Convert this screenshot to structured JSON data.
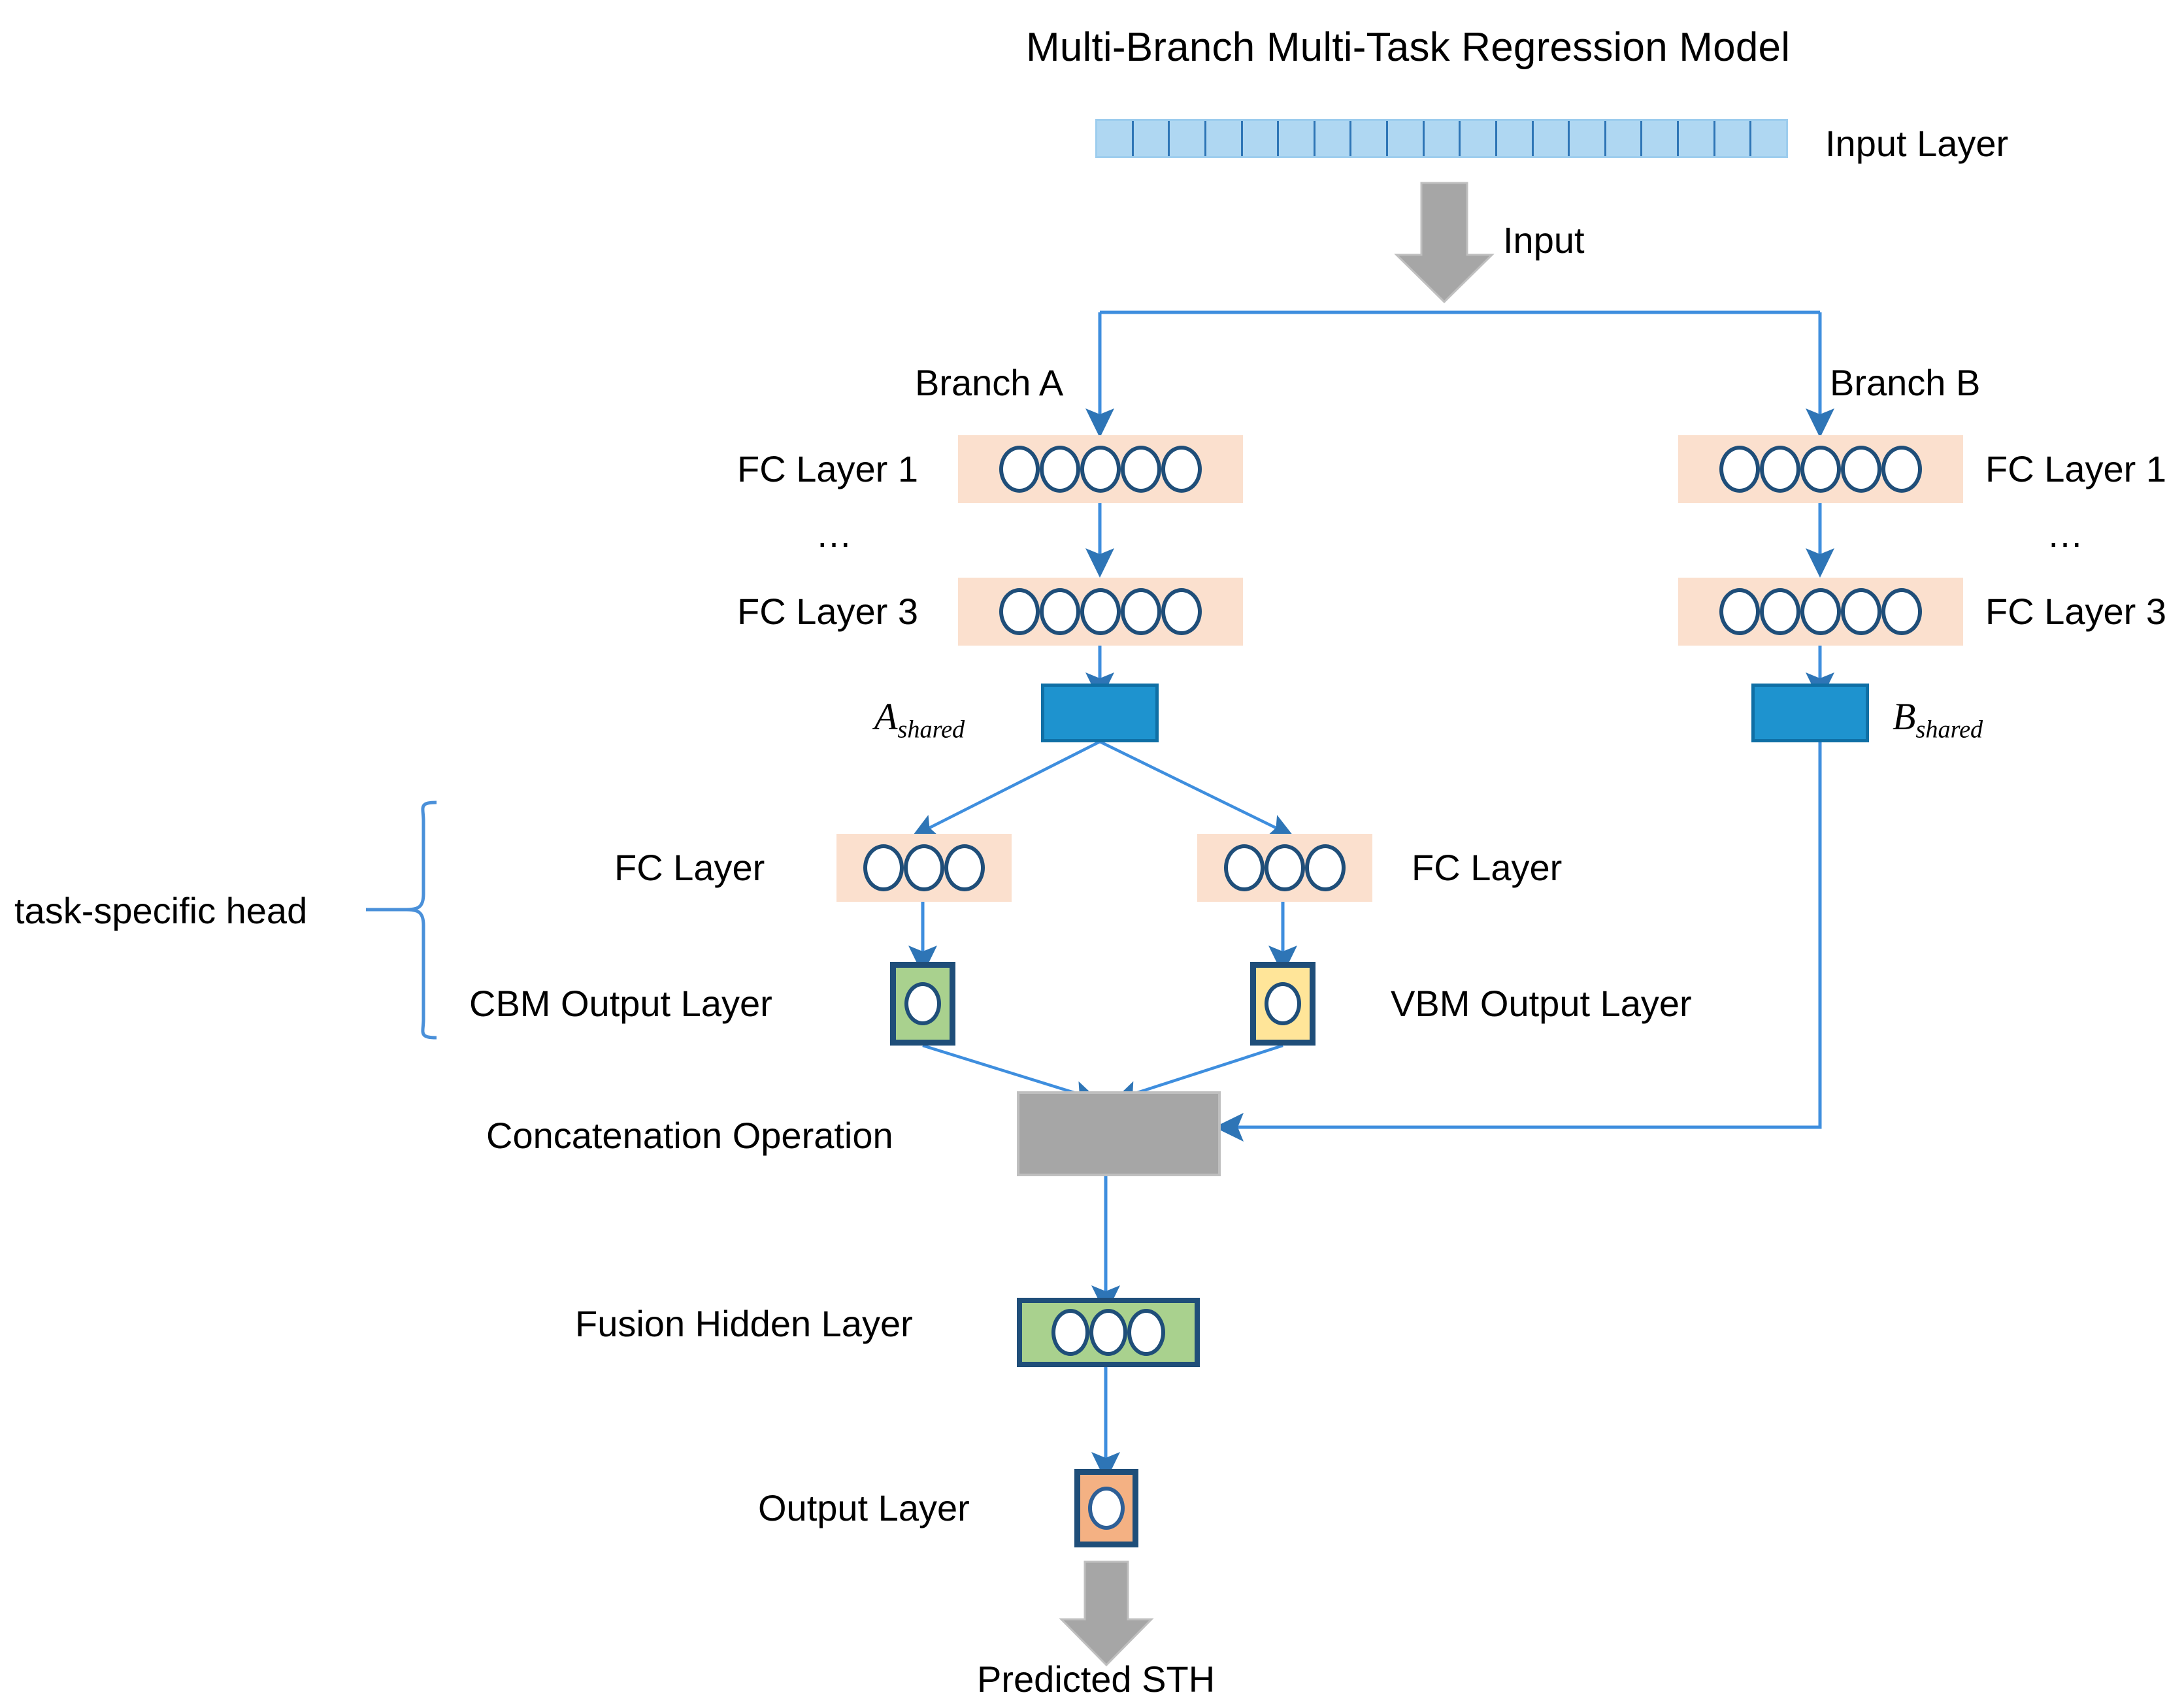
{
  "diagram": {
    "title": "Multi-Branch Multi-Task Regression Model",
    "input_layer": {
      "label": "Input Layer",
      "cells": 19
    },
    "input_arrow_label": "Input",
    "branches": [
      {
        "name": "Branch A",
        "fc_first_label": "FC Layer 1",
        "ellipsis": "…",
        "fc_last_label": "FC Layer 3",
        "neurons_per_layer": 5,
        "shared_label": "A",
        "shared_sub": "shared"
      },
      {
        "name": "Branch B",
        "fc_first_label": "FC Layer 1",
        "ellipsis": "…",
        "fc_last_label": "FC Layer 3",
        "neurons_per_layer": 5,
        "shared_label": "B",
        "shared_sub": "shared"
      }
    ],
    "task_head": {
      "bracket_label": "task-specific head",
      "left": {
        "fc_label": "FC Layer",
        "fc_neurons": 3,
        "output_label": "CBM Output Layer",
        "output_color": "#A9D18E"
      },
      "right": {
        "fc_label": "FC Layer",
        "fc_neurons": 3,
        "output_label": "VBM Output Layer",
        "output_color": "#FFE599"
      }
    },
    "concatenation": {
      "label": "Concatenation Operation",
      "color": "#A6A6A6"
    },
    "fusion": {
      "label": "Fusion Hidden Layer",
      "neurons": 3,
      "color": "#A9D18E"
    },
    "output": {
      "label": "Output Layer",
      "color": "#F4B183"
    },
    "prediction": {
      "label": "Predicted STH"
    },
    "colors": {
      "input_strip": "#AFD7F2",
      "input_cell_divider": "#2E75B6",
      "fc_band": "#FBE0CE",
      "neuron_outline": "#1F4E79",
      "shared_block": "#1E93CF",
      "connector": "#3E8EDE",
      "block_arrow": "#A6A6A6"
    }
  }
}
